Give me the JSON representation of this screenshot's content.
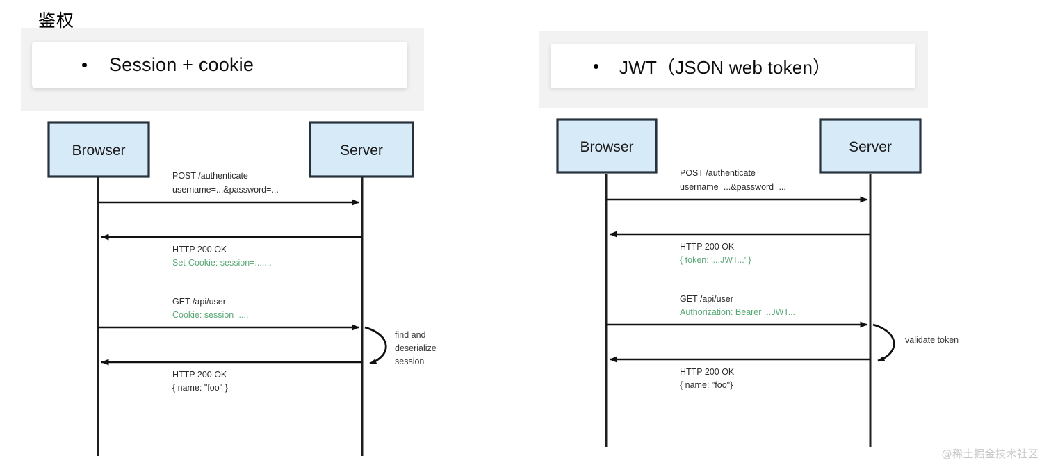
{
  "page": {
    "title": "鉴权",
    "watermark": "@稀土掘金技术社区",
    "background_color": "#ffffff",
    "backdrop_color": "#f2f2f2"
  },
  "colors": {
    "node_fill": "#d7eaf8",
    "node_stroke": "#27323d",
    "lifeline": "#1f1f1f",
    "arrow": "#111111",
    "accent_green": "#59a776",
    "text": "#2b2b2b",
    "watermark": "#c9c9c9"
  },
  "slides": [
    {
      "id": "session-cookie",
      "bullet": "Session + cookie",
      "diagram": {
        "type": "sequence",
        "participants": [
          {
            "id": "browser",
            "label": "Browser"
          },
          {
            "id": "server",
            "label": "Server"
          }
        ],
        "messages": [
          {
            "index": 1,
            "from": "browser",
            "to": "server",
            "direction": "right",
            "lines": [
              {
                "text": "POST /authenticate",
                "style": "main"
              },
              {
                "text": "username=...&password=...",
                "style": "main"
              }
            ]
          },
          {
            "index": 2,
            "from": "server",
            "to": "browser",
            "direction": "left",
            "lines": [
              {
                "text": "HTTP 200 OK",
                "style": "main"
              },
              {
                "text": "Set-Cookie: session=.......",
                "style": "accent"
              }
            ]
          },
          {
            "index": 3,
            "from": "browser",
            "to": "server",
            "direction": "right",
            "lines": [
              {
                "text": "GET /api/user",
                "style": "main"
              },
              {
                "text": "Cookie: session=....",
                "style": "accent"
              }
            ]
          },
          {
            "index": 4,
            "from": "server",
            "to": "browser",
            "direction": "left",
            "lines": [
              {
                "text": "HTTP 200 OK",
                "style": "main"
              },
              {
                "text": "{ name: \"foo\" }",
                "style": "main"
              }
            ]
          }
        ],
        "self_call": {
          "on": "server",
          "note_lines": [
            "find and",
            "deserialize",
            "session"
          ]
        }
      }
    },
    {
      "id": "jwt",
      "bullet": "JWT（JSON web token）",
      "diagram": {
        "type": "sequence",
        "participants": [
          {
            "id": "browser",
            "label": "Browser"
          },
          {
            "id": "server",
            "label": "Server"
          }
        ],
        "messages": [
          {
            "index": 1,
            "from": "browser",
            "to": "server",
            "direction": "right",
            "lines": [
              {
                "text": "POST /authenticate",
                "style": "main"
              },
              {
                "text": "username=...&password=...",
                "style": "main"
              }
            ]
          },
          {
            "index": 2,
            "from": "server",
            "to": "browser",
            "direction": "left",
            "lines": [
              {
                "text": "HTTP 200 OK",
                "style": "main"
              },
              {
                "text": "{ token: '...JWT...' }",
                "style": "accent"
              }
            ]
          },
          {
            "index": 3,
            "from": "browser",
            "to": "server",
            "direction": "right",
            "lines": [
              {
                "text": "GET /api/user",
                "style": "main"
              },
              {
                "text": "Authorization: Bearer ...JWT...",
                "style": "accent"
              }
            ]
          },
          {
            "index": 4,
            "from": "server",
            "to": "browser",
            "direction": "left",
            "lines": [
              {
                "text": "HTTP 200 OK",
                "style": "main"
              },
              {
                "text": "{ name: \"foo\"}",
                "style": "main"
              }
            ]
          }
        ],
        "self_call": {
          "on": "server",
          "note_lines": [
            "validate token"
          ]
        }
      }
    }
  ]
}
